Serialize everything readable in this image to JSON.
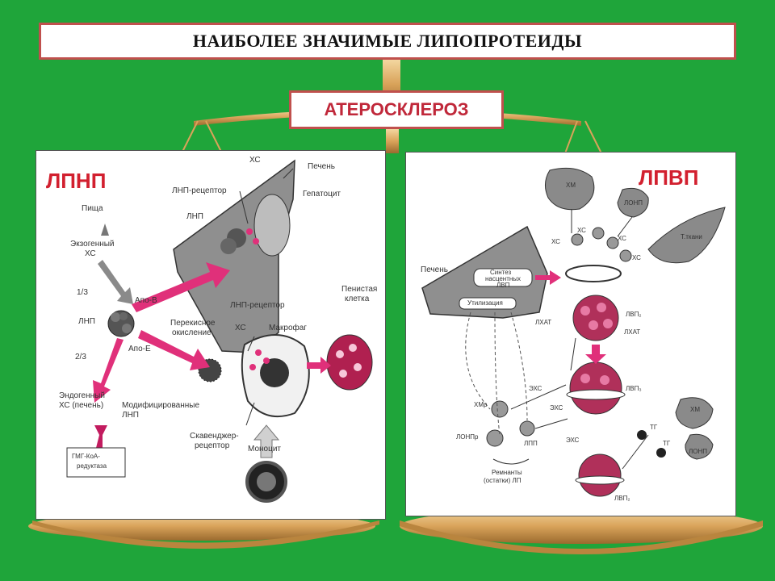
{
  "title": "НАИБОЛЕЕ ЗНАЧИМЫЕ ЛИПОПРОТЕИДЫ",
  "subtitle": "АТЕРОСКЛЕРОЗ",
  "left_panel": {
    "heading": "ЛПНП",
    "labels": {
      "food": "Пища",
      "exogenous": "Экзогенный",
      "xs1": "ХС",
      "third": "1/3",
      "ldl": "ЛНП",
      "two_thirds": "2/3",
      "endogenous": "Эндогенный",
      "xs_liver": "ХС (печень)",
      "hmg1": "ГМГ-КоА-",
      "hmg2": "редуктаза",
      "apo_b": "Апо-В",
      "apo_e": "Апо-Е",
      "xs_top": "ХС",
      "liver": "Печень",
      "ldl_receptor_top": "ЛНП-рецептор",
      "hepatocyte": "Гепатоцит",
      "ldl_top": "ЛНП",
      "ldl_receptor_mid": "ЛНП-рецептор",
      "peroxide1": "Перекисное",
      "peroxide2": "окисление",
      "xs_mid": "ХС",
      "macrophage": "Макрофаг",
      "foam1": "Пенистая",
      "foam2": "клетка",
      "modified1": "Модифицированные",
      "modified2": "ЛНП",
      "scavenger1": "Скавенджер-",
      "scavenger2": "рецептор",
      "monocyte": "Моноцит"
    }
  },
  "right_panel": {
    "heading": "ЛПВП",
    "labels": {
      "xm_top": "ХМ",
      "lonp_top": "ЛОНП",
      "xs_a": "ХС",
      "xs_b": "ХС",
      "xs_c": "ХС",
      "xs_d": "ХС",
      "tissue": "Т.ткани",
      "liver": "Печень",
      "synth1": "Синтез",
      "synth2": "насцентных",
      "synth3": "ЛВП",
      "utilization": "Утилизация",
      "lvp2_top": "ЛВП₂",
      "lhat_left": "ЛХАТ",
      "lhat_right": "ЛХАТ",
      "lvp3": "ЛВП₃",
      "exs_a": "ЭХС",
      "exs_b": "ЭХС",
      "exs_c": "ЭХС",
      "xmr": "ХМр",
      "lonpr": "ЛОНПр",
      "lpp": "ЛПП",
      "remnants1": "Ремнанты",
      "remnants2": "(остатки) ЛП",
      "xm_bottom": "ХМ",
      "tg_a": "ТГ",
      "tg_b": "ТГ",
      "lonp_bottom": "ЛОНП",
      "lvp2_bottom": "ЛВП₂"
    }
  },
  "colors": {
    "background": "#1fa53a",
    "border": "#c0504d",
    "accent": "#d2202f",
    "magenta": "#e0307a",
    "gold": "#d9a35a"
  }
}
